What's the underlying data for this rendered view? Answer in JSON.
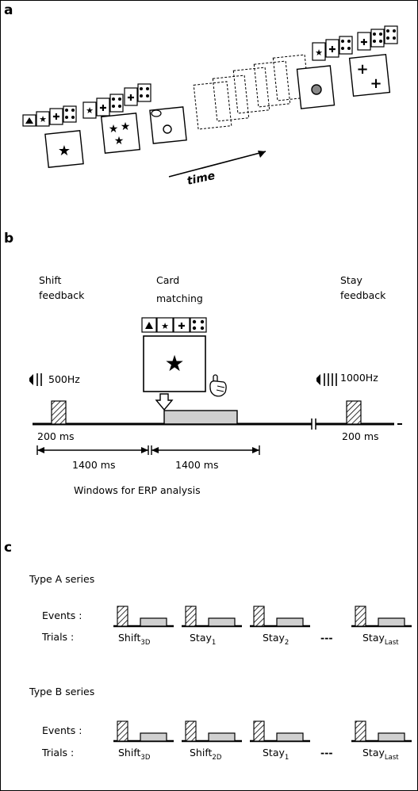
{
  "panel_a": {
    "label": "a",
    "time_label": "time"
  },
  "panel_b": {
    "label": "b",
    "shift_feedback": [
      "Shift",
      "feedback"
    ],
    "card_matching": [
      "Card",
      "matching"
    ],
    "stay_feedback": [
      "Stay",
      "feedback"
    ],
    "tone_500": "500Hz",
    "tone_1000": "1000Hz",
    "dur_left": "200  ms",
    "dur_right": "200  ms",
    "win1": "1400  ms",
    "win2": "1400  ms",
    "windows_caption": "Windows for ERP analysis"
  },
  "panel_c": {
    "label": "c",
    "events_label": "Events :",
    "trials_label": "Trials :",
    "dots": "---",
    "series_a": {
      "title": "Type A series",
      "trials": [
        {
          "main": "Shift",
          "sub": "3D"
        },
        {
          "main": "Stay",
          "sub": "1"
        },
        {
          "main": "Stay",
          "sub": "2"
        },
        {
          "main": "Stay",
          "sub": "Last"
        }
      ]
    },
    "series_b": {
      "title": "Type B series",
      "trials": [
        {
          "main": "Shift",
          "sub": "3D"
        },
        {
          "main": "Shift",
          "sub": "2D"
        },
        {
          "main": "Stay",
          "sub": "1"
        },
        {
          "main": "Stay",
          "sub": "Last"
        }
      ]
    }
  },
  "colors": {
    "ink": "#000000",
    "bar_fill": "#d0d0d0",
    "paper": "#ffffff"
  }
}
